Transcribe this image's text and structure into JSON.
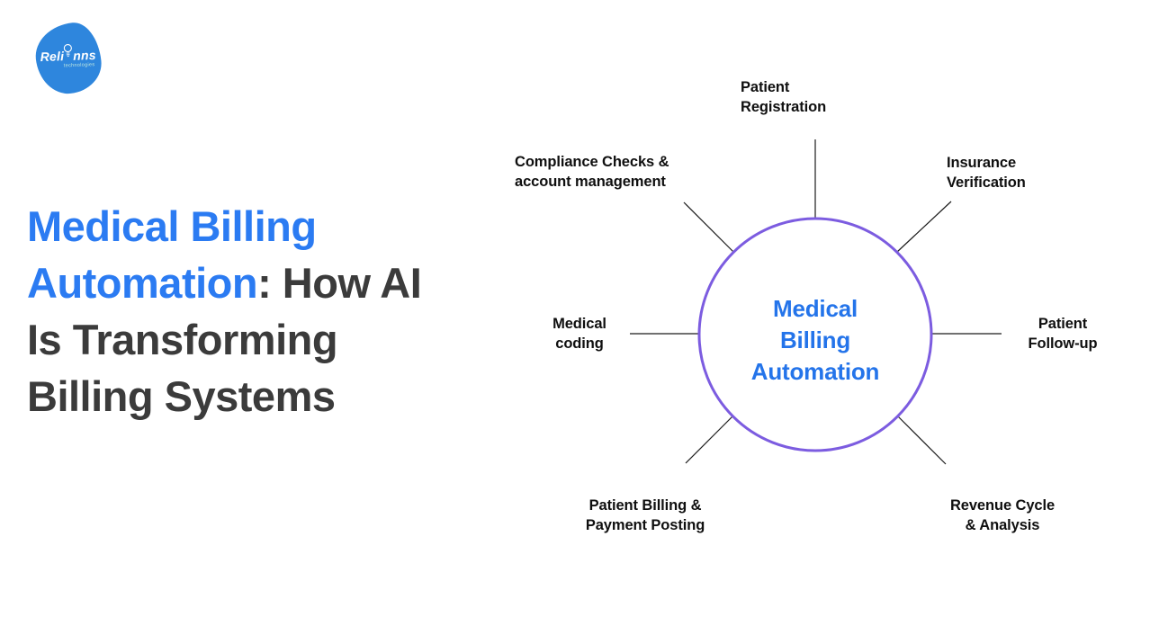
{
  "logo": {
    "brand_prefix": "Reli",
    "brand_suffix": "nns",
    "tagline": "technologies"
  },
  "title": {
    "highlight": "Medical Billing Automation",
    "rest": ": How AI Is Transforming Billing Systems"
  },
  "diagram": {
    "center": {
      "label": "Medical\nBilling\nAutomation"
    },
    "nodes": [
      {
        "id": "patient-registration",
        "label": "Patient\nRegistration"
      },
      {
        "id": "insurance-verification",
        "label": "Insurance\nVerification"
      },
      {
        "id": "patient-follow-up",
        "label": "Patient\nFollow-up"
      },
      {
        "id": "revenue-cycle-analysis",
        "label": "Revenue Cycle\n& Analysis"
      },
      {
        "id": "patient-billing-payment-posting",
        "label": "Patient Billing &\nPayment Posting"
      },
      {
        "id": "medical-coding",
        "label": "Medical\ncoding"
      },
      {
        "id": "compliance-checks-account-management",
        "label": "Compliance Checks &\naccount management"
      }
    ]
  },
  "colors": {
    "page_background": "#FFFFFF",
    "title_highlight": "#2B7BF2",
    "title_text": "#3B3B3B",
    "center_text": "#2474EA",
    "circle_border": "#7C5CE0",
    "spoke_line": "#1B1B1B",
    "node_text": "#0F0F0F",
    "logo_background": "#2E86DD"
  }
}
